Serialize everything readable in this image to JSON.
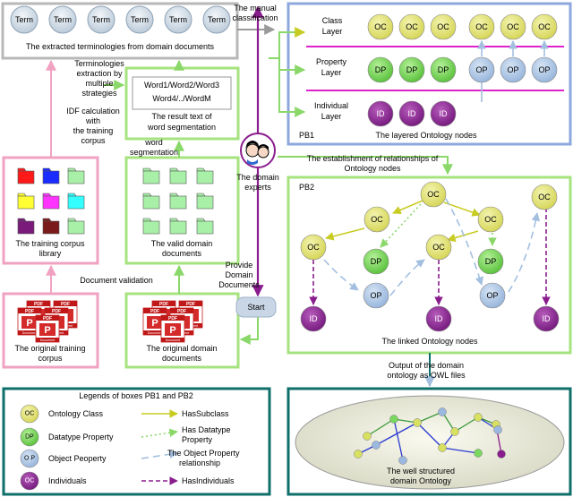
{
  "boxes": {
    "terms": {
      "items": [
        "Term",
        "Term",
        "Term",
        "Term",
        "Term",
        "Term"
      ],
      "caption": "The extracted terminologies from domain documents"
    },
    "segmentation": {
      "lines": [
        "Word1/Word2/Word3",
        "Word4/../WordM"
      ],
      "caption_lines": [
        "The result text of",
        "word segmentation"
      ]
    },
    "corpus_library": {
      "caption_lines": [
        "The training corpus",
        "library"
      ]
    },
    "valid_docs": {
      "caption_lines": [
        "The valid domain",
        "documents"
      ]
    },
    "orig_training": {
      "caption_lines": [
        "The original training",
        "corpus"
      ]
    },
    "orig_domain": {
      "caption_lines": [
        "The original domain",
        "documents"
      ]
    },
    "pb1": {
      "tag": "PB1",
      "title": "The layered Ontology nodes",
      "layers": [
        [
          "Class",
          "Layer"
        ],
        [
          "Property",
          "Layer"
        ],
        [
          "Individual",
          "Layer"
        ]
      ]
    },
    "pb2": {
      "tag": "PB2",
      "title": "The linked Ontology nodes"
    },
    "wellstructured": {
      "caption_lines": [
        "The well structured",
        "domain Ontology"
      ]
    },
    "expert": {
      "caption_lines": [
        "The domain",
        "experts"
      ]
    },
    "start": {
      "label": "Start"
    }
  },
  "node_labels": {
    "oc": "OC",
    "dp": "DP",
    "op": "OP",
    "id": "ID"
  },
  "doc_icon": {
    "top": "PDF",
    "mid": "P",
    "bottom": "Document"
  },
  "arrows": {
    "manual_classification": [
      "The manual",
      "classification"
    ],
    "terminology_extraction": [
      "Terminologies",
      "extraction by",
      "multiple",
      "strategies"
    ],
    "idf": [
      "IDF calculation",
      "with",
      "the training",
      "corpus"
    ],
    "word_seg": [
      "word",
      "segmentation"
    ],
    "establish_relationships": [
      "The establishment of relationships of",
      "Ontology nodes"
    ],
    "provide_docs": [
      "Provide",
      "Domain",
      "Documents"
    ],
    "doc_validation": "Document validation",
    "output_owl": [
      "Output of the domain",
      "ontology as OWL files"
    ]
  },
  "legend": {
    "title": "Legends of boxes PB1 and PB2",
    "nodes": [
      {
        "icon": "OC",
        "label": "Ontology Class"
      },
      {
        "icon": "DP",
        "label": "Datatype  Property"
      },
      {
        "icon": "O P",
        "label": "Object Peoperty"
      },
      {
        "icon": "OC",
        "label": "Individuals"
      }
    ],
    "lines": [
      [
        "HasSubclass"
      ],
      [
        "Has Datatype",
        "Property"
      ],
      [
        "The Object Property",
        "relationship"
      ],
      [
        "HasIndividuals"
      ]
    ]
  },
  "colors": {
    "oc": "#e3e37a",
    "dp": "#74d35a",
    "op": "#a9c5e6",
    "id": "#8c2a94",
    "green": "#a6e37f",
    "pink": "#f0a2c2",
    "pb1": "#8ea8de",
    "gray": "#b8b8b8",
    "teal": "#0f6f6a",
    "purple": "#8a1d8d",
    "magenta": "#dd22cc"
  }
}
